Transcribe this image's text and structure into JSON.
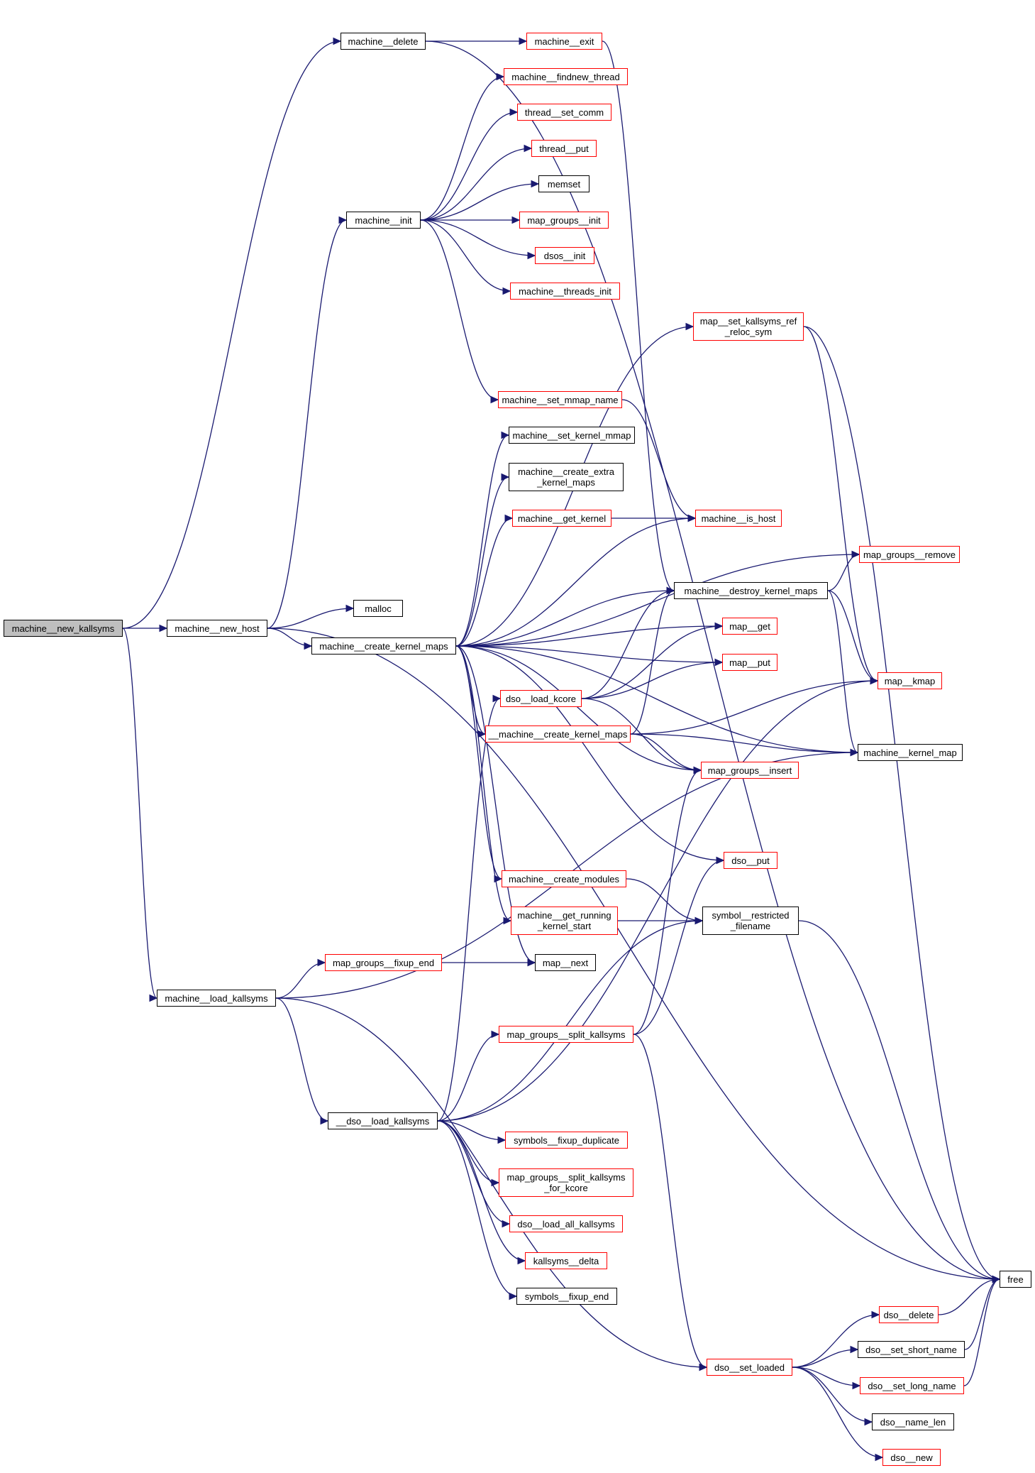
{
  "graph": {
    "type": "call-graph",
    "edge_color": "#191970",
    "node_border_default": "#000000",
    "node_border_has_more": "#ff0000",
    "root_fill": "#bfbfbf",
    "nodes": [
      {
        "id": "machine__new_kallsyms",
        "label": "machine__new_kallsyms",
        "red": false,
        "root": true
      },
      {
        "id": "machine__delete",
        "label": "machine__delete",
        "red": false
      },
      {
        "id": "machine__exit",
        "label": "machine__exit",
        "red": true
      },
      {
        "id": "machine__findnew_thread",
        "label": "machine__findnew_thread",
        "red": true
      },
      {
        "id": "thread__set_comm",
        "label": "thread__set_comm",
        "red": true
      },
      {
        "id": "thread__put",
        "label": "thread__put",
        "red": true
      },
      {
        "id": "memset",
        "label": "memset",
        "red": false
      },
      {
        "id": "machine__init",
        "label": "machine__init",
        "red": false
      },
      {
        "id": "map_groups__init",
        "label": "map_groups__init",
        "red": true
      },
      {
        "id": "dsos__init",
        "label": "dsos__init",
        "red": true
      },
      {
        "id": "machine__threads_init",
        "label": "machine__threads_init",
        "red": true
      },
      {
        "id": "map__set_kallsyms_ref_reloc_sym",
        "label": "map__set_kallsyms_ref\n_reloc_sym",
        "red": true
      },
      {
        "id": "machine__set_mmap_name",
        "label": "machine__set_mmap_name",
        "red": true
      },
      {
        "id": "machine__set_kernel_mmap",
        "label": "machine__set_kernel_mmap",
        "red": false
      },
      {
        "id": "machine__create_extra_kernel_maps",
        "label": "machine__create_extra\n_kernel_maps",
        "red": false
      },
      {
        "id": "machine__get_kernel",
        "label": "machine__get_kernel",
        "red": true
      },
      {
        "id": "machine__is_host",
        "label": "machine__is_host",
        "red": true
      },
      {
        "id": "map_groups__remove",
        "label": "map_groups__remove",
        "red": true
      },
      {
        "id": "machine__destroy_kernel_maps",
        "label": "machine__destroy_kernel_maps",
        "red": false
      },
      {
        "id": "malloc",
        "label": "malloc",
        "red": false
      },
      {
        "id": "machine__new_host",
        "label": "machine__new_host",
        "red": false
      },
      {
        "id": "machine__create_kernel_maps",
        "label": "machine__create_kernel_maps",
        "red": false
      },
      {
        "id": "map__get",
        "label": "map__get",
        "red": true
      },
      {
        "id": "map__put",
        "label": "map__put",
        "red": true
      },
      {
        "id": "map__kmap",
        "label": "map__kmap",
        "red": true
      },
      {
        "id": "dso__load_kcore",
        "label": "dso__load_kcore",
        "red": true
      },
      {
        "id": "__machine__create_kernel_maps",
        "label": "__machine__create_kernel_maps",
        "red": true
      },
      {
        "id": "machine__kernel_map",
        "label": "machine__kernel_map",
        "red": false
      },
      {
        "id": "map_groups__insert",
        "label": "map_groups__insert",
        "red": true
      },
      {
        "id": "dso__put",
        "label": "dso__put",
        "red": true
      },
      {
        "id": "machine__create_modules",
        "label": "machine__create_modules",
        "red": true
      },
      {
        "id": "machine__get_running_kernel_start",
        "label": "machine__get_running\n_kernel_start",
        "red": true
      },
      {
        "id": "symbol__restricted_filename",
        "label": "symbol__restricted\n_filename",
        "red": false
      },
      {
        "id": "map_groups__fixup_end",
        "label": "map_groups__fixup_end",
        "red": true
      },
      {
        "id": "map__next",
        "label": "map__next",
        "red": false
      },
      {
        "id": "machine__load_kallsyms",
        "label": "machine__load_kallsyms",
        "red": false
      },
      {
        "id": "map_groups__split_kallsyms",
        "label": "map_groups__split_kallsyms",
        "red": true
      },
      {
        "id": "__dso__load_kallsyms",
        "label": "__dso__load_kallsyms",
        "red": false
      },
      {
        "id": "symbols__fixup_duplicate",
        "label": "symbols__fixup_duplicate",
        "red": true
      },
      {
        "id": "map_groups__split_kallsyms_for_kcore",
        "label": "map_groups__split_kallsyms\n_for_kcore",
        "red": true
      },
      {
        "id": "dso__load_all_kallsyms",
        "label": "dso__load_all_kallsyms",
        "red": true
      },
      {
        "id": "kallsyms__delta",
        "label": "kallsyms__delta",
        "red": true
      },
      {
        "id": "symbols__fixup_end",
        "label": "symbols__fixup_end",
        "red": false
      },
      {
        "id": "free",
        "label": "free",
        "red": false
      },
      {
        "id": "dso__delete",
        "label": "dso__delete",
        "red": true
      },
      {
        "id": "dso__set_short_name",
        "label": "dso__set_short_name",
        "red": false
      },
      {
        "id": "dso__set_loaded",
        "label": "dso__set_loaded",
        "red": true
      },
      {
        "id": "dso__set_long_name",
        "label": "dso__set_long_name",
        "red": true
      },
      {
        "id": "dso__name_len",
        "label": "dso__name_len",
        "red": false
      },
      {
        "id": "dso__new",
        "label": "dso__new",
        "red": true
      }
    ],
    "edges": [
      [
        "machine__new_kallsyms",
        "machine__delete"
      ],
      [
        "machine__new_kallsyms",
        "machine__new_host"
      ],
      [
        "machine__new_kallsyms",
        "machine__load_kallsyms"
      ],
      [
        "machine__delete",
        "machine__exit"
      ],
      [
        "machine__delete",
        "free"
      ],
      [
        "machine__exit",
        "machine__destroy_kernel_maps"
      ],
      [
        "machine__new_host",
        "machine__init"
      ],
      [
        "machine__new_host",
        "malloc"
      ],
      [
        "machine__new_host",
        "machine__create_kernel_maps"
      ],
      [
        "machine__new_host",
        "free"
      ],
      [
        "machine__init",
        "machine__findnew_thread"
      ],
      [
        "machine__init",
        "thread__set_comm"
      ],
      [
        "machine__init",
        "thread__put"
      ],
      [
        "machine__init",
        "memset"
      ],
      [
        "machine__init",
        "map_groups__init"
      ],
      [
        "machine__init",
        "dsos__init"
      ],
      [
        "machine__init",
        "machine__threads_init"
      ],
      [
        "machine__init",
        "machine__set_mmap_name"
      ],
      [
        "machine__create_kernel_maps",
        "map__set_kallsyms_ref_reloc_sym"
      ],
      [
        "machine__create_kernel_maps",
        "map_groups__remove"
      ],
      [
        "machine__create_kernel_maps",
        "machine__set_kernel_mmap"
      ],
      [
        "machine__create_kernel_maps",
        "machine__create_extra_kernel_maps"
      ],
      [
        "machine__create_kernel_maps",
        "machine__get_kernel"
      ],
      [
        "machine__create_kernel_maps",
        "machine__is_host"
      ],
      [
        "machine__create_kernel_maps",
        "machine__destroy_kernel_maps"
      ],
      [
        "machine__create_kernel_maps",
        "map__get"
      ],
      [
        "machine__create_kernel_maps",
        "map__put"
      ],
      [
        "machine__create_kernel_maps",
        "__machine__create_kernel_maps"
      ],
      [
        "machine__create_kernel_maps",
        "map_groups__insert"
      ],
      [
        "machine__create_kernel_maps",
        "machine__kernel_map"
      ],
      [
        "machine__create_kernel_maps",
        "dso__put"
      ],
      [
        "machine__create_kernel_maps",
        "machine__create_modules"
      ],
      [
        "machine__create_kernel_maps",
        "machine__get_running_kernel_start"
      ],
      [
        "machine__create_kernel_maps",
        "map__next"
      ],
      [
        "machine__set_mmap_name",
        "machine__is_host"
      ],
      [
        "machine__get_kernel",
        "machine__is_host"
      ],
      [
        "map__set_kallsyms_ref_reloc_sym",
        "map__kmap"
      ],
      [
        "map__set_kallsyms_ref_reloc_sym",
        "free"
      ],
      [
        "machine__destroy_kernel_maps",
        "map_groups__remove"
      ],
      [
        "machine__destroy_kernel_maps",
        "map__kmap"
      ],
      [
        "machine__destroy_kernel_maps",
        "machine__kernel_map"
      ],
      [
        "dso__load_kcore",
        "machine__destroy_kernel_maps"
      ],
      [
        "dso__load_kcore",
        "map__get"
      ],
      [
        "dso__load_kcore",
        "map__put"
      ],
      [
        "dso__load_kcore",
        "map_groups__insert"
      ],
      [
        "__machine__create_kernel_maps",
        "map__kmap"
      ],
      [
        "__machine__create_kernel_maps",
        "machine__kernel_map"
      ],
      [
        "__machine__create_kernel_maps",
        "map_groups__insert"
      ],
      [
        "__machine__create_kernel_maps",
        "machine__destroy_kernel_maps"
      ],
      [
        "machine__create_modules",
        "symbol__restricted_filename"
      ],
      [
        "machine__get_running_kernel_start",
        "symbol__restricted_filename"
      ],
      [
        "symbol__restricted_filename",
        "free"
      ],
      [
        "machine__load_kallsyms",
        "map_groups__fixup_end"
      ],
      [
        "machine__load_kallsyms",
        "machine__kernel_map"
      ],
      [
        "machine__load_kallsyms",
        "__dso__load_kallsyms"
      ],
      [
        "machine__load_kallsyms",
        "dso__set_loaded"
      ],
      [
        "map_groups__fixup_end",
        "map__next"
      ],
      [
        "__dso__load_kallsyms",
        "dso__load_kcore"
      ],
      [
        "__dso__load_kallsyms",
        "map_groups__split_kallsyms"
      ],
      [
        "__dso__load_kallsyms",
        "symbol__restricted_filename"
      ],
      [
        "__dso__load_kallsyms",
        "map__kmap"
      ],
      [
        "__dso__load_kallsyms",
        "symbols__fixup_duplicate"
      ],
      [
        "__dso__load_kallsyms",
        "map_groups__split_kallsyms_for_kcore"
      ],
      [
        "__dso__load_kallsyms",
        "dso__load_all_kallsyms"
      ],
      [
        "__dso__load_kallsyms",
        "kallsyms__delta"
      ],
      [
        "__dso__load_kallsyms",
        "symbols__fixup_end"
      ],
      [
        "map_groups__split_kallsyms",
        "map_groups__insert"
      ],
      [
        "map_groups__split_kallsyms",
        "dso__put"
      ],
      [
        "map_groups__split_kallsyms",
        "dso__set_loaded"
      ],
      [
        "dso__set_loaded",
        "dso__delete"
      ],
      [
        "dso__set_loaded",
        "dso__set_short_name"
      ],
      [
        "dso__set_loaded",
        "dso__set_long_name"
      ],
      [
        "dso__set_loaded",
        "dso__name_len"
      ],
      [
        "dso__set_loaded",
        "dso__new"
      ],
      [
        "dso__delete",
        "free"
      ],
      [
        "dso__set_short_name",
        "free"
      ],
      [
        "dso__set_long_name",
        "free"
      ]
    ]
  }
}
